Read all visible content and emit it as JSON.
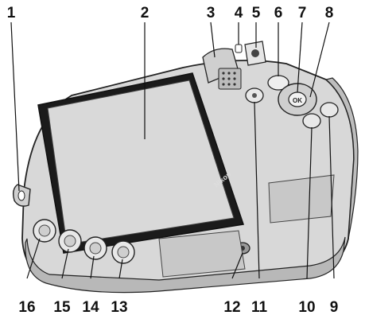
{
  "diagram": {
    "brand_logo": "Nikon",
    "callouts": [
      {
        "number": "1"
      },
      {
        "number": "2"
      },
      {
        "number": "3"
      },
      {
        "number": "4"
      },
      {
        "number": "5"
      },
      {
        "number": "6"
      },
      {
        "number": "7"
      },
      {
        "number": "8"
      },
      {
        "number": "9"
      },
      {
        "number": "10"
      },
      {
        "number": "11"
      },
      {
        "number": "12"
      },
      {
        "number": "13"
      },
      {
        "number": "14"
      },
      {
        "number": "15"
      },
      {
        "number": "16"
      }
    ],
    "multi_selector_label": "OK"
  }
}
